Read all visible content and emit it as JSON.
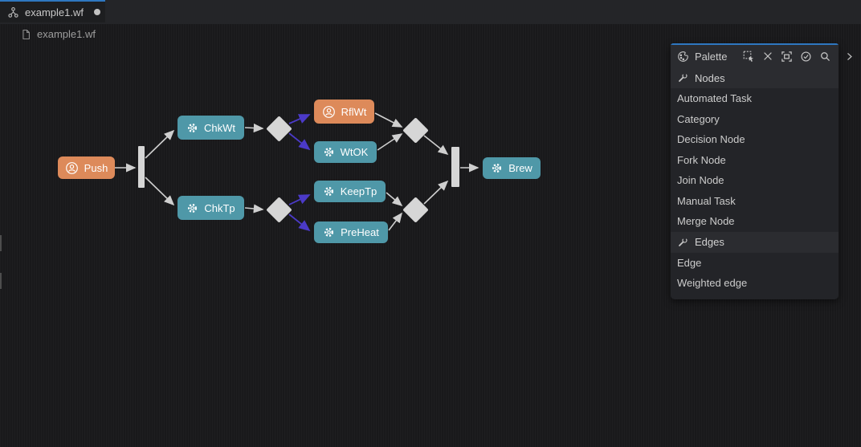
{
  "tab_bar": {
    "active_tab": {
      "label": "example1.wf",
      "icon": "workflow-icon",
      "modified": true
    }
  },
  "breadcrumb": {
    "items": [
      {
        "icon": "file-icon",
        "label": "example1.wf"
      }
    ]
  },
  "palette": {
    "title": "Palette",
    "header_icon": "palette-icon",
    "tools": [
      {
        "name": "marquee-tool-icon"
      },
      {
        "name": "delete-tool-icon"
      },
      {
        "name": "fit-to-screen-icon"
      },
      {
        "name": "validate-icon"
      },
      {
        "name": "search-icon"
      }
    ],
    "collapse_icon": "chevron-right-icon",
    "sections": [
      {
        "label": "Nodes",
        "icon": "wrench-icon",
        "items": [
          "Automated Task",
          "Category",
          "Decision Node",
          "Fork Node",
          "Join Node",
          "Manual Task",
          "Merge Node"
        ]
      },
      {
        "label": "Edges",
        "icon": "wrench-icon",
        "items": [
          "Edge",
          "Weighted edge"
        ]
      }
    ]
  },
  "diagram": {
    "nodes": [
      {
        "label": "Push",
        "type": "manual-task",
        "icon": "user-icon"
      },
      {
        "label": "ChkWt",
        "type": "automated-task",
        "icon": "gear-icon"
      },
      {
        "label": "ChkTp",
        "type": "automated-task",
        "icon": "gear-icon"
      },
      {
        "label": "RflWt",
        "type": "manual-task",
        "icon": "user-icon"
      },
      {
        "label": "WtOK",
        "type": "automated-task",
        "icon": "gear-icon"
      },
      {
        "label": "KeepTp",
        "type": "automated-task",
        "icon": "gear-icon"
      },
      {
        "label": "PreHeat",
        "type": "automated-task",
        "icon": "gear-icon"
      },
      {
        "label": "Brew",
        "type": "automated-task",
        "icon": "gear-icon"
      }
    ],
    "control_nodes": [
      {
        "type": "fork-node"
      },
      {
        "type": "join-node"
      },
      {
        "type": "decision-node"
      },
      {
        "type": "decision-node"
      },
      {
        "type": "merge-node"
      },
      {
        "type": "merge-node"
      }
    ],
    "edges": [
      {
        "from": "Push",
        "to": "fork",
        "type": "edge"
      },
      {
        "from": "fork",
        "to": "ChkWt",
        "type": "edge"
      },
      {
        "from": "fork",
        "to": "ChkTp",
        "type": "edge"
      },
      {
        "from": "ChkWt",
        "to": "decision-1",
        "type": "edge"
      },
      {
        "from": "ChkTp",
        "to": "decision-2",
        "type": "edge"
      },
      {
        "from": "decision-1",
        "to": "RflWt",
        "type": "weighted-edge"
      },
      {
        "from": "decision-1",
        "to": "WtOK",
        "type": "weighted-edge"
      },
      {
        "from": "decision-2",
        "to": "KeepTp",
        "type": "weighted-edge"
      },
      {
        "from": "decision-2",
        "to": "PreHeat",
        "type": "weighted-edge"
      },
      {
        "from": "RflWt",
        "to": "merge-1",
        "type": "edge"
      },
      {
        "from": "WtOK",
        "to": "merge-1",
        "type": "edge"
      },
      {
        "from": "KeepTp",
        "to": "merge-2",
        "type": "edge"
      },
      {
        "from": "PreHeat",
        "to": "merge-2",
        "type": "edge"
      },
      {
        "from": "merge-1",
        "to": "join",
        "type": "edge"
      },
      {
        "from": "merge-2",
        "to": "join",
        "type": "edge"
      },
      {
        "from": "join",
        "to": "Brew",
        "type": "edge"
      }
    ],
    "colors": {
      "manual_task": "#dd8a5a",
      "automated_task": "#4f98a8",
      "control_shape": "#d6d6d6",
      "edge": "#cfcfcf",
      "weighted_edge": "#4b3ac8",
      "accent": "#2e77c0"
    }
  }
}
